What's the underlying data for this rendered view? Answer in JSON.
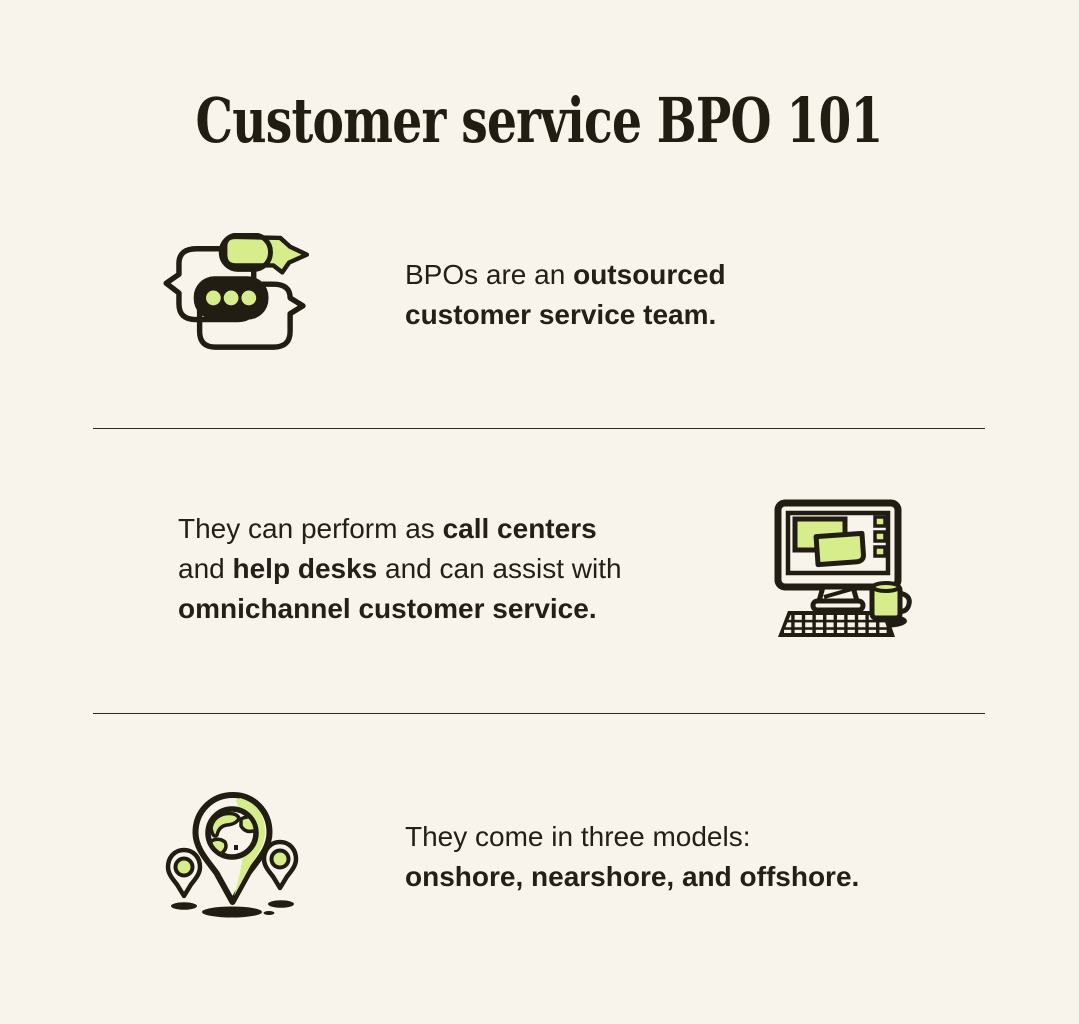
{
  "theme": {
    "background": "#F9F4EB",
    "ink": "#221D12",
    "accent_green": "#D7ED8C",
    "divider": "#2E2A23",
    "text": "#23201A"
  },
  "title": "Customer service BPO 101",
  "sections": [
    {
      "icon": "chat-bubbles-icon",
      "lines": [
        [
          {
            "t": "BPOs are an ",
            "b": false
          },
          {
            "t": "outsourced",
            "b": true
          }
        ],
        [
          {
            "t": "customer service team.",
            "b": true
          }
        ]
      ]
    },
    {
      "icon": "desktop-computer-icon",
      "lines": [
        [
          {
            "t": "They can perform as ",
            "b": false
          },
          {
            "t": "call centers",
            "b": true
          }
        ],
        [
          {
            "t": "and ",
            "b": false
          },
          {
            "t": "help desks",
            "b": true
          },
          {
            "t": " and can assist with",
            "b": false
          }
        ],
        [
          {
            "t": "omnichannel customer service.",
            "b": true
          }
        ]
      ]
    },
    {
      "icon": "location-pins-icon",
      "lines": [
        [
          {
            "t": "They come in three models:",
            "b": false
          }
        ],
        [
          {
            "t": "onshore, nearshore, and offshore.",
            "b": true
          }
        ]
      ]
    }
  ]
}
